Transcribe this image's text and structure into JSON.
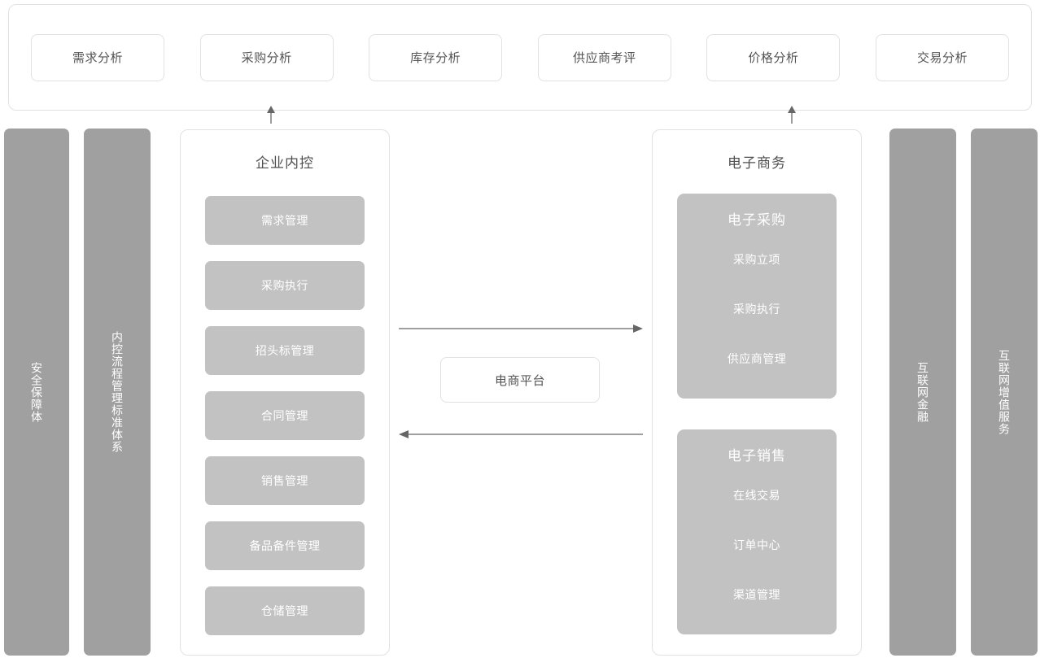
{
  "colors": {
    "panel_border": "#e2e2e2",
    "pillar_fill": "#a0a0a0",
    "block_fill": "#c2c2c2",
    "block_text": "#ffffff",
    "body_text": "#555555",
    "arrow": "#666666",
    "background": "#ffffff"
  },
  "analytics": {
    "chips": [
      {
        "label": "需求分析"
      },
      {
        "label": "采购分析"
      },
      {
        "label": "库存分析"
      },
      {
        "label": "供应商考评"
      },
      {
        "label": "价格分析"
      },
      {
        "label": "交易分析"
      }
    ]
  },
  "pillars": {
    "left": [
      {
        "label": "安全保障体"
      },
      {
        "label": "内控流程管理标准体系"
      }
    ],
    "right": [
      {
        "label": "互联网金融"
      },
      {
        "label": "互联网增值服务"
      }
    ]
  },
  "internal_control": {
    "title": "企业内控",
    "items": [
      {
        "label": "需求管理"
      },
      {
        "label": "采购执行"
      },
      {
        "label": "招头标管理"
      },
      {
        "label": "合同管理"
      },
      {
        "label": "销售管理"
      },
      {
        "label": "备品备件管理"
      },
      {
        "label": "仓储管理"
      }
    ]
  },
  "ecommerce": {
    "title": "电子商务",
    "groups": [
      {
        "title": "电子采购",
        "items": [
          {
            "label": "采购立项"
          },
          {
            "label": "采购执行"
          },
          {
            "label": "供应商管理"
          }
        ]
      },
      {
        "title": "电子销售",
        "items": [
          {
            "label": "在线交易"
          },
          {
            "label": "订单中心"
          },
          {
            "label": "渠道管理"
          }
        ]
      }
    ]
  },
  "platform": {
    "label": "电商平台"
  },
  "connectors": {
    "up_arrows": [
      {
        "name": "internal-control-to-analytics"
      },
      {
        "name": "ecommerce-to-analytics"
      }
    ],
    "horizontal_arrows": [
      {
        "name": "internal-control-to-ecommerce",
        "direction": "right"
      },
      {
        "name": "ecommerce-to-internal-control",
        "direction": "left"
      }
    ]
  }
}
